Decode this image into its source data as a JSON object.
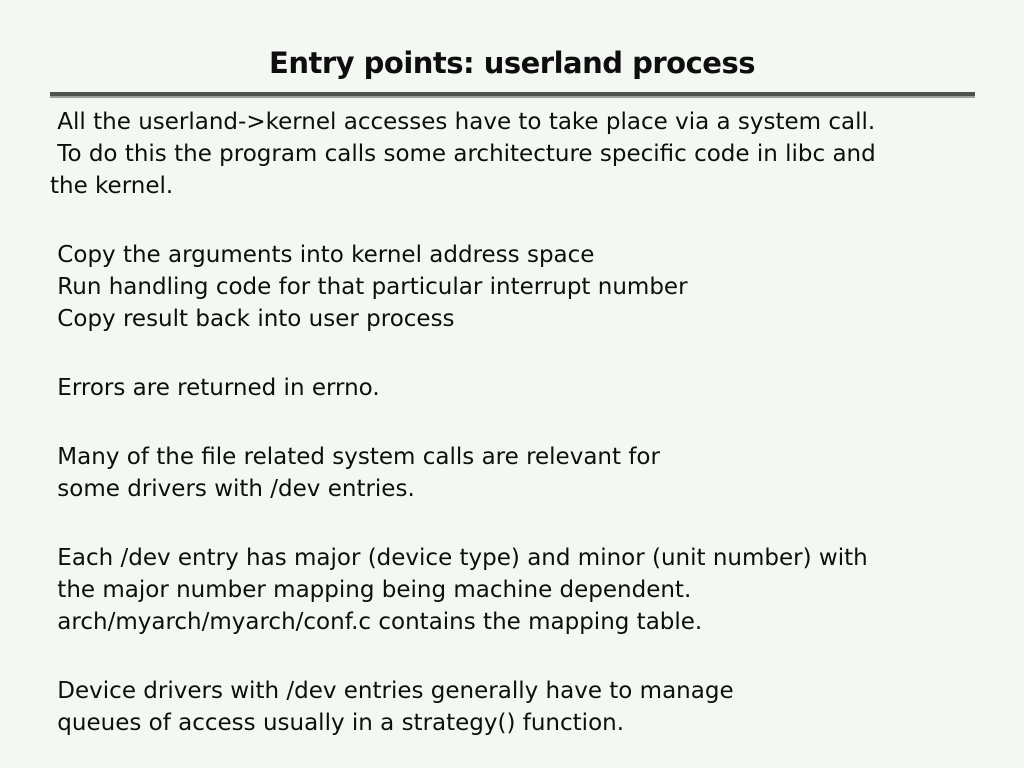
{
  "slide": {
    "title": "Entry points: userland process",
    "body": {
      "paragraphs": [
        {
          "lines": [
            " All the userland->kernel accesses have to take place via a system call.",
            " To do this the program calls some architecture specific code in libc and",
            "the kernel."
          ]
        },
        {
          "lines": [
            " Copy the arguments into kernel address space",
            " Run handling code for that particular interrupt number",
            " Copy result back into user process"
          ]
        },
        {
          "lines": [
            " Errors are returned in errno."
          ]
        },
        {
          "lines": [
            " Many of the file related system calls are relevant for",
            " some drivers with /dev entries."
          ]
        },
        {
          "lines": [
            " Each /dev entry has major (device type) and minor (unit number) with",
            " the major number mapping being machine dependent.",
            " arch/myarch/myarch/conf.c contains the mapping table."
          ]
        },
        {
          "lines": [
            " Device drivers with /dev entries generally have to manage",
            " queues of access usually in a strategy() function."
          ]
        }
      ]
    },
    "colors": {
      "background": "#f3f8f2",
      "text": "#0e0e0e",
      "rule_dark": "#4e534e",
      "rule_light": "#9ba29b"
    }
  }
}
